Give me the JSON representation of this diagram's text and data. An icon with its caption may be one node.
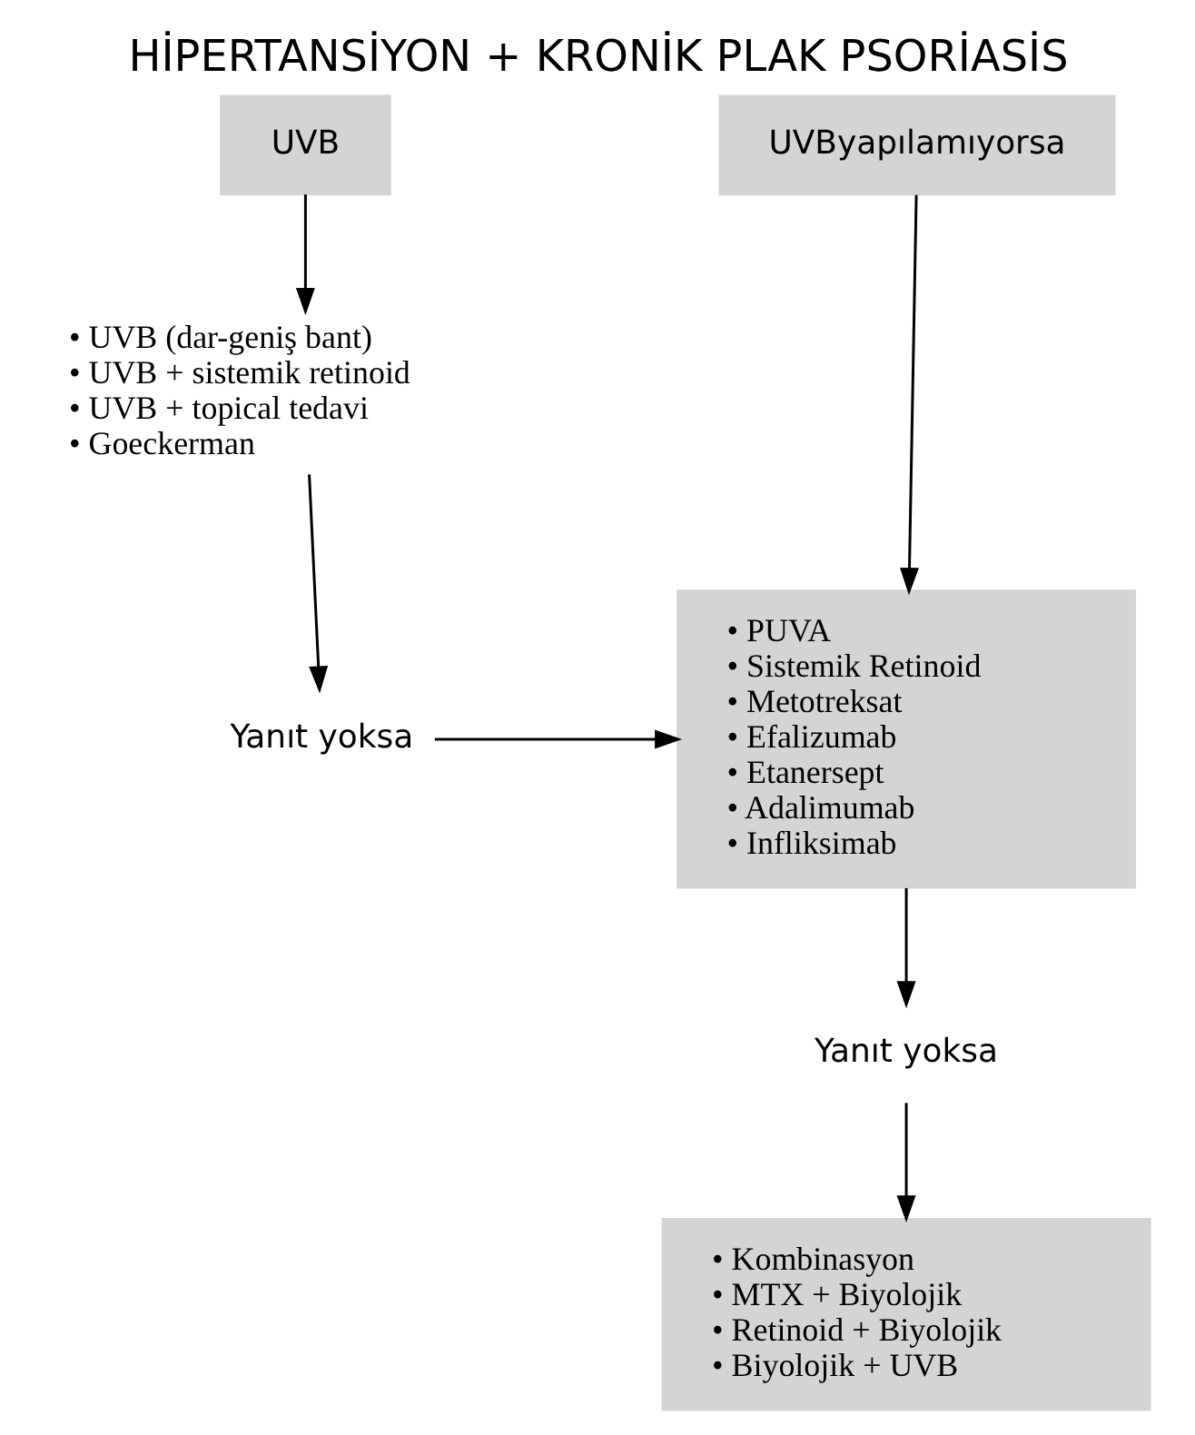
{
  "diagram": {
    "title": "HİPERTANSİYON + KRONİK PLAK PSORİASİS",
    "nodes": [
      {
        "text": [
          "UVB"
        ]
      },
      {
        "text": [
          "UVByapılamıyorsa"
        ]
      },
      {
        "text": [
          "• UVB (dar-geniş bant)",
          "• UVB + sistemik retinoid",
          "• UVB + topical tedavi",
          "• Goeckerman"
        ]
      },
      {
        "text": [
          "Yanıt yoksa"
        ]
      },
      {
        "text": [
          "• PUVA",
          "• Sistemik Retinoid",
          "• Metotreksat",
          "• Efalizumab",
          "• Etanersept",
          "• Adalimumab",
          "• Infliksimab"
        ]
      },
      {
        "text": [
          "Yanıt yoksa"
        ]
      },
      {
        "text": [
          "• Kombinasyon",
          "• MTX + Biyolojik",
          "• Retinoid + Biyolojik",
          "• Biyolojik + UVB"
        ]
      }
    ],
    "edges": [
      {
        "from": 0,
        "to": 2,
        "arrow": "to"
      },
      {
        "from": 2,
        "to": 3,
        "arrow": "to"
      },
      {
        "from": 3,
        "to": 4,
        "arrow": "to"
      },
      {
        "from": 1,
        "to": 4,
        "arrow": "to"
      },
      {
        "from": 4,
        "to": 5,
        "arrow": "to"
      },
      {
        "from": 5,
        "to": 6,
        "arrow": "to"
      }
    ]
  }
}
